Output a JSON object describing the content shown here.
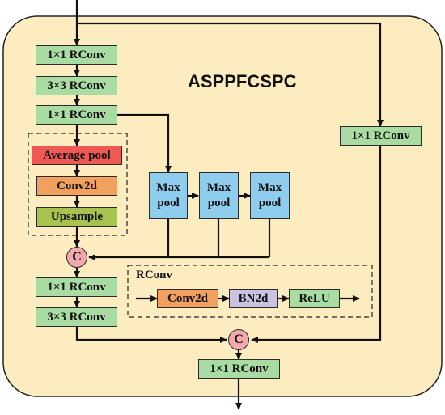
{
  "diagram": {
    "title": "ASPPFCSPC",
    "nodes": {
      "conv_a": "1×1 RConv",
      "conv_b": "3×3 RConv",
      "conv_c": "1×1 RConv",
      "conv_right": "1×1 RConv",
      "avg_pool": "Average pool",
      "conv2d": "Conv2d",
      "upsample": "Upsample",
      "maxpool_1": "Max\npool",
      "maxpool_2": "Max\npool",
      "maxpool_3": "Max\npool",
      "concat_1": "C",
      "conv_d": "1×1 RConv",
      "conv_e": "3×3 RConv",
      "concat_2": "C",
      "conv_out": "1×1 RConv"
    },
    "legend": {
      "label": "RConv",
      "conv2d": "Conv2d",
      "bn2d": "BN2d",
      "relu": "ReLU"
    }
  },
  "colors": {
    "background_panel": "#fcecc0",
    "rconv": "#a9dca3",
    "average_pool": "#ee5a53",
    "conv2d": "#f1a05e",
    "upsample": "#a8c24f",
    "max_pool": "#8fcdee",
    "bn2d": "#c7c3e0",
    "relu": "#a9dca3",
    "concat": "#f2a8ad"
  }
}
